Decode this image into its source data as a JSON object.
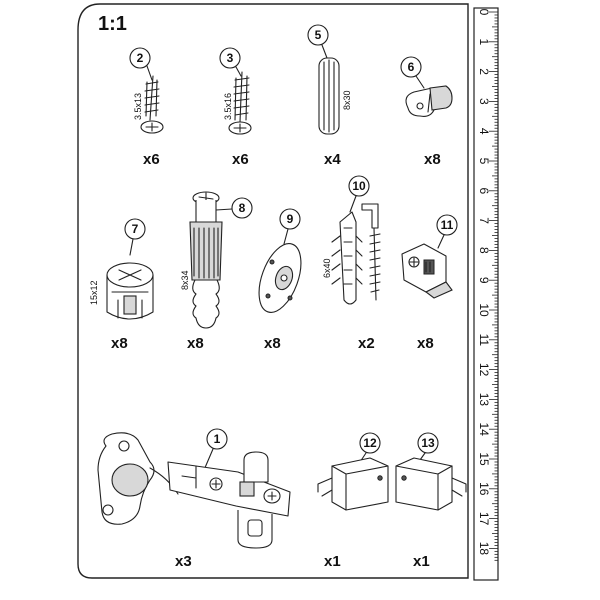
{
  "scale_label": "1:1",
  "parts": [
    {
      "id": "2",
      "number": "2",
      "dimension": "3.5x13",
      "quantity": "x6"
    },
    {
      "id": "3",
      "number": "3",
      "dimension": "3.5x16",
      "quantity": "x6"
    },
    {
      "id": "5",
      "number": "5",
      "dimension": "8x30",
      "quantity": "x4"
    },
    {
      "id": "6",
      "number": "6",
      "dimension": "",
      "quantity": "x8"
    },
    {
      "id": "7",
      "number": "7",
      "dimension": "15x12",
      "quantity": "x8"
    },
    {
      "id": "8",
      "number": "8",
      "dimension": "8x34",
      "quantity": "x8"
    },
    {
      "id": "9",
      "number": "9",
      "dimension": "",
      "quantity": "x8"
    },
    {
      "id": "10",
      "number": "10",
      "dimension": "6x40",
      "quantity": "x2"
    },
    {
      "id": "11",
      "number": "11",
      "dimension": "",
      "quantity": "x8"
    },
    {
      "id": "1",
      "number": "1",
      "dimension": "",
      "quantity": "x3"
    },
    {
      "id": "12",
      "number": "12",
      "dimension": "",
      "quantity": "x1"
    },
    {
      "id": "13",
      "number": "13",
      "dimension": "",
      "quantity": "x1"
    }
  ],
  "ruler": {
    "labels": [
      "0",
      "1",
      "2",
      "3",
      "4",
      "5",
      "6",
      "7",
      "8",
      "9",
      "10",
      "11",
      "12",
      "13",
      "14",
      "15",
      "16",
      "17",
      "18"
    ]
  }
}
